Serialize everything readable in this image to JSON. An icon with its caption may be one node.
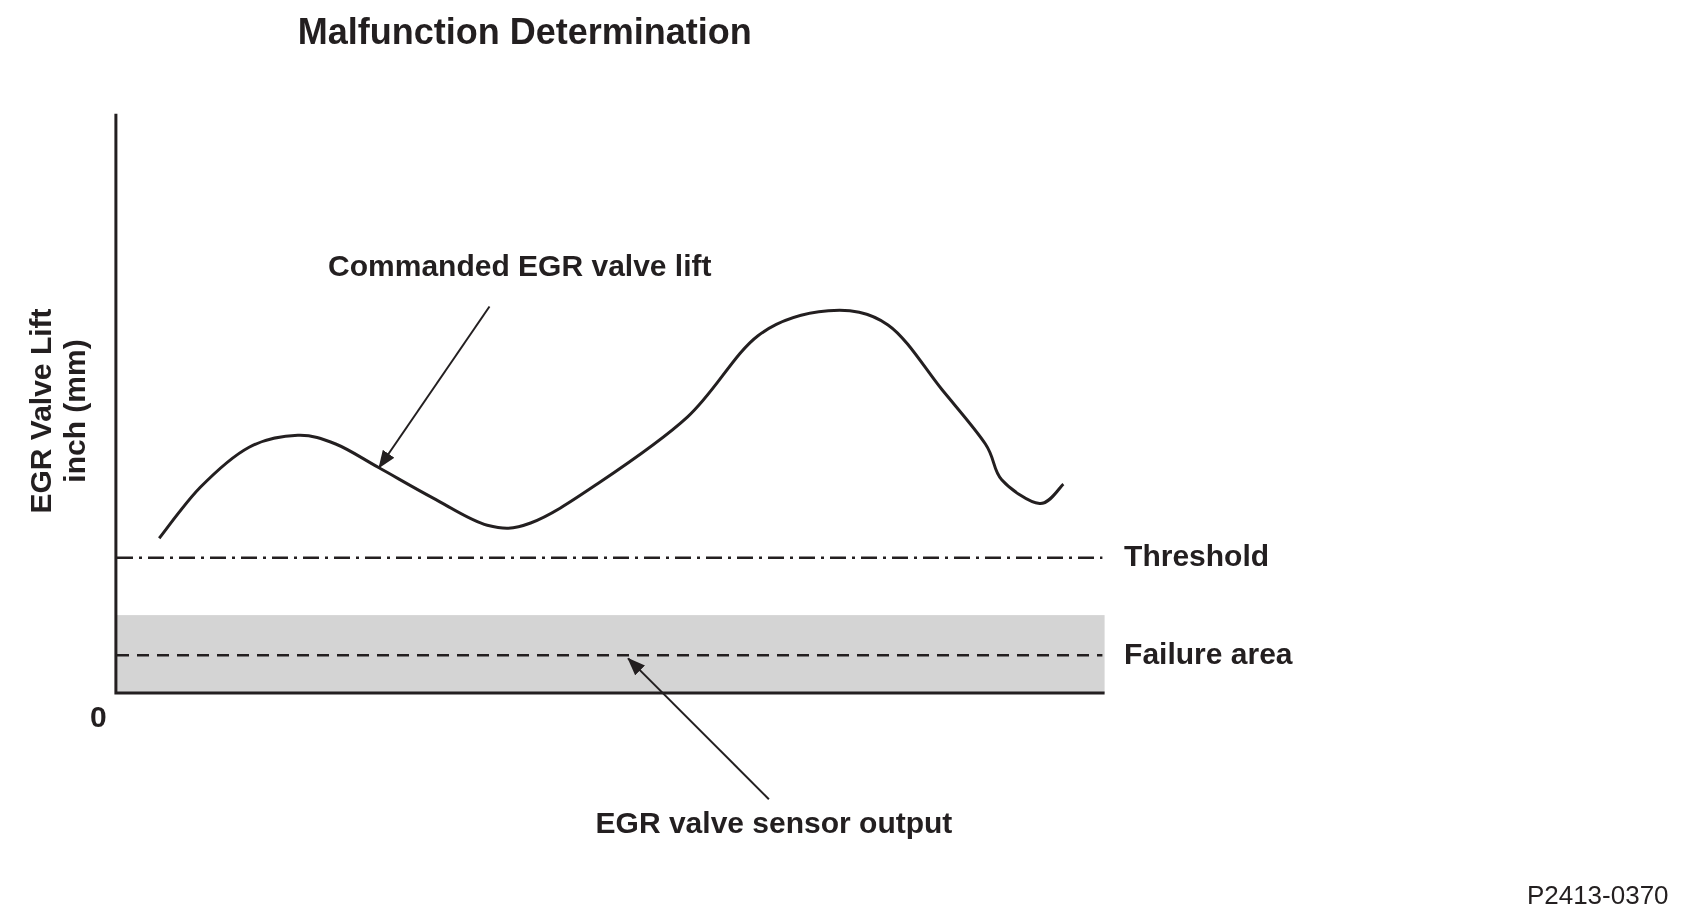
{
  "diagram": {
    "title": "Malfunction Determination",
    "nodes": [
      {
        "text": [
          "Commanded EGR valve lift"
        ]
      },
      {
        "text": [],
        "shape": "line"
      },
      {
        "text": [],
        "shape": "line"
      },
      {
        "text": [
          "EGR valve sensor output"
        ]
      }
    ],
    "edges": [
      {
        "from": 0,
        "to": 1,
        "arrow": "to"
      },
      {
        "from": 3,
        "to": 2,
        "arrow": "to"
      }
    ],
    "labels": [
      "EGR Valve Lift inch (mm)",
      "Threshold",
      "Failure area",
      "0",
      "P2413-0370"
    ]
  }
}
